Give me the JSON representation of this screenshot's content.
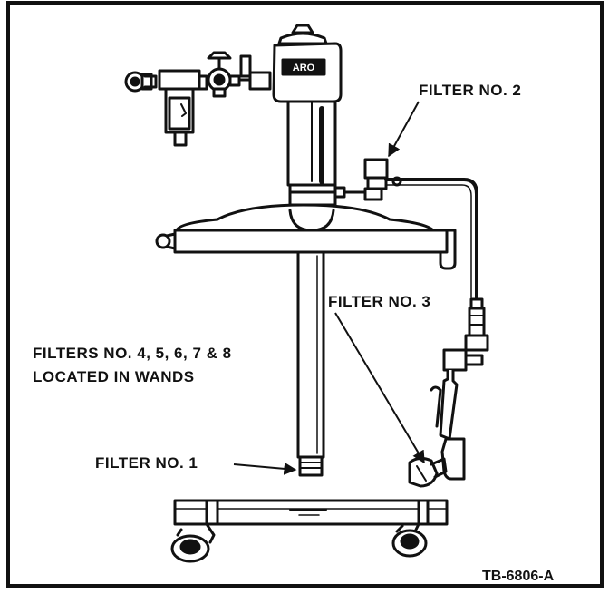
{
  "labels": {
    "filter_2": "FILTER NO. 2",
    "filter_3": "FILTER NO. 3",
    "filters_wands_line1": "FILTERS NO. 4, 5, 6, 7 & 8",
    "filters_wands_line2": "LOCATED IN WANDS",
    "filter_1": "FILTER NO. 1",
    "figure_id": "TB-6806-A",
    "pump_brand": "ARO"
  },
  "colors": {
    "ink": "#111111",
    "paper": "#ffffff"
  }
}
